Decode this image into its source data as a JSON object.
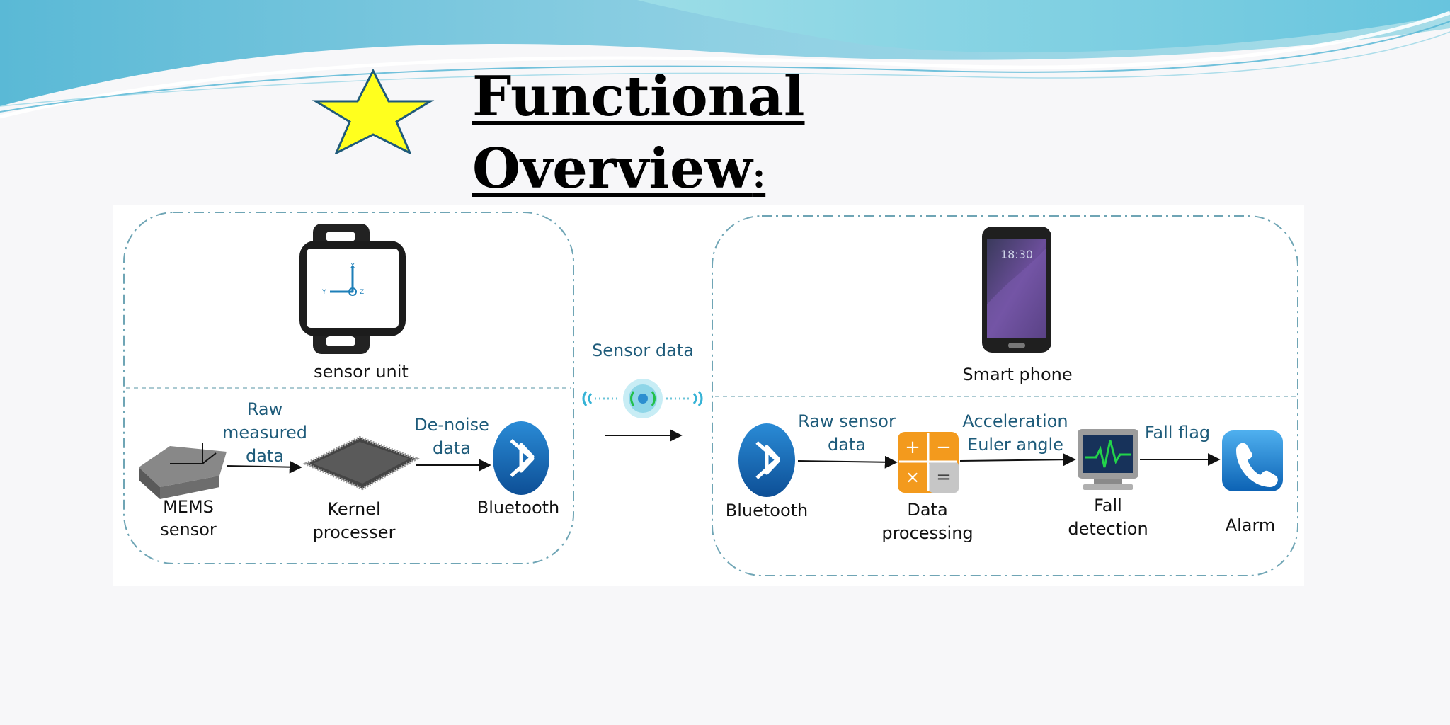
{
  "slide": {
    "title_line1": "Functional",
    "title_line2": "Overview",
    "title_colon": ":"
  },
  "diagram": {
    "sensor_unit_label": "sensor unit",
    "mems_line1": "MEMS",
    "mems_line2": "sensor",
    "raw_measured_line1": "Raw",
    "raw_measured_line2": "measured",
    "raw_measured_line3": "data",
    "kernel_line1": "Kernel",
    "kernel_line2": "processer",
    "denoise_line1": "De-noise",
    "denoise_line2": "data",
    "bluetooth_left_label": "Bluetooth",
    "sensor_data_label": "Sensor data",
    "smart_phone_label": "Smart phone",
    "bluetooth_right_label": "Bluetooth",
    "raw_sensor_line1": "Raw sensor",
    "raw_sensor_line2": "data",
    "data_processing_line1": "Data",
    "data_processing_line2": "processing",
    "acceleration_line1": "Acceleration",
    "acceleration_line2": "Euler angle",
    "fall_detection_line1": "Fall",
    "fall_detection_line2": "detection",
    "fall_flag_label": "Fall flag",
    "alarm_label": "Alarm",
    "phone_clock": "18:30",
    "axis_x": "X",
    "axis_y": "Y",
    "axis_z": "Z",
    "calc_plus": "+",
    "calc_minus": "−",
    "calc_times": "×",
    "calc_equals": "="
  },
  "colors": {
    "accent_teal": "#6cc4d8",
    "label_blue": "#1e5b7a",
    "bluetooth_blue": "#1670b8",
    "star_yellow": "#ffff1e",
    "calc_orange": "#f39a1d",
    "monitor_green": "#22d34a",
    "alarm_blue": "#1b84d4"
  }
}
